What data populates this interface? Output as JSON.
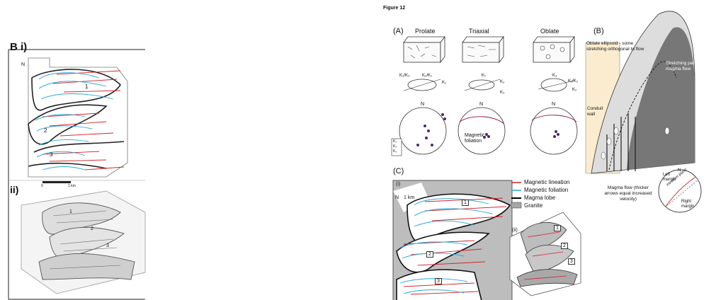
{
  "left_figure": {
    "panel_label": "B i)",
    "lower_panel_label": "ii)",
    "lobe_numbers": [
      "1",
      "2",
      "3"
    ],
    "lower_lobe_numbers": [
      "1",
      "2",
      "3"
    ],
    "north_label": "N",
    "scale_left": "0",
    "scale_right": "1 km"
  },
  "right_figure": {
    "figure_title": "Figure 12",
    "panel_a": {
      "label": "(A)",
      "columns": [
        "Prolate",
        "Triaxial",
        "Oblate"
      ],
      "ellipsoid_labels": {
        "prolate": [
          "K₂/K₃",
          "K₂/K₁",
          "K₁"
        ],
        "triaxial": [
          "K₁",
          "K₂",
          "K₃"
        ],
        "oblate": [
          "K₃",
          "K₁/K₂",
          "K₂"
        ]
      },
      "stereonet_north": "N",
      "magnetic_foliation_label": "Magnetic foliation",
      "legend_items": [
        "K₁",
        "K₂",
        "K₃"
      ]
    },
    "panel_b": {
      "label": "(B)",
      "annotation_oblate": "Oblate ellipsoid - some stretching orthogonal to flow",
      "annotation_stretching": "Stretching parallel to magma flow",
      "annotation_conduit": "Conduit wall",
      "annotation_flow": "Magma flow (thicker arrows equal increased velocity)",
      "stereonet_north": "N",
      "left_margin": "Left margin",
      "right_margin": "Right margin",
      "intrusion_plane": "intrusion plane"
    },
    "panel_c": {
      "label": "(C)",
      "sub_i": "(i)",
      "sub_ii": "(ii)",
      "north_label": "N",
      "scale_label": "1 km",
      "lobe_numbers": [
        "1",
        "2",
        "3"
      ],
      "lower_lobe_numbers": [
        "1",
        "2",
        "3"
      ],
      "legend": [
        {
          "label": "Magnetic lineation",
          "color": "#d2232a"
        },
        {
          "label": "Magnetic foliation",
          "color": "#29a8df"
        },
        {
          "label": "Magma lobe",
          "color": "#000000"
        },
        {
          "label": "Granite",
          "color": "#a6a6a6"
        }
      ]
    }
  }
}
